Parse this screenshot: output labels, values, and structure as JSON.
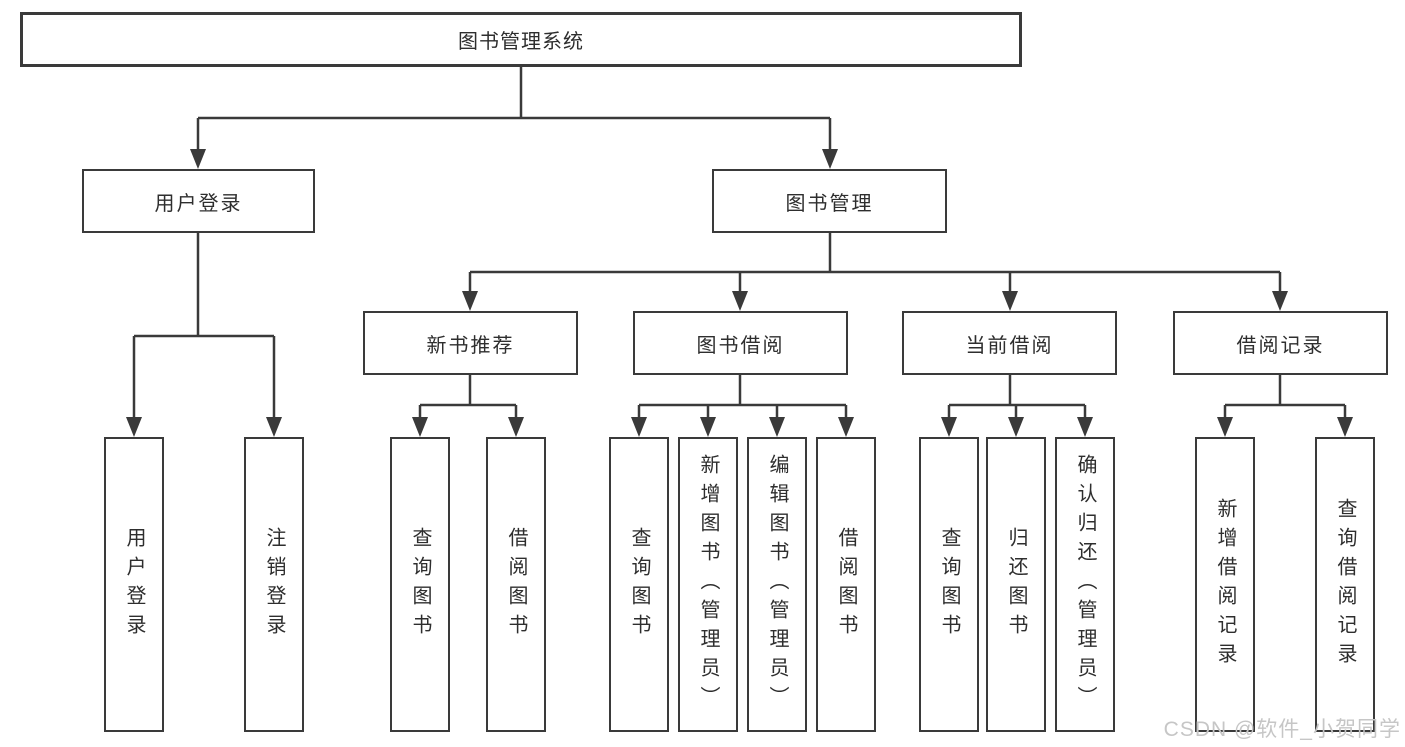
{
  "diagram": {
    "root": {
      "label": "图书管理系统"
    },
    "login_branch": {
      "label": "用户登录",
      "children": [
        {
          "label": "用户登录"
        },
        {
          "label": "注销登录"
        }
      ]
    },
    "management_branch": {
      "label": "图书管理",
      "sections": [
        {
          "label": "新书推荐",
          "children": [
            {
              "label": "查询图书"
            },
            {
              "label": "借阅图书"
            }
          ]
        },
        {
          "label": "图书借阅",
          "children": [
            {
              "label": "查询图书"
            },
            {
              "label": "新增图书（管理员）"
            },
            {
              "label": "编辑图书（管理员）"
            },
            {
              "label": "借阅图书"
            }
          ]
        },
        {
          "label": "当前借阅",
          "children": [
            {
              "label": "查询图书"
            },
            {
              "label": "归还图书"
            },
            {
              "label": "确认归还（管理员）"
            }
          ]
        },
        {
          "label": "借阅记录",
          "children": [
            {
              "label": "新增借阅记录"
            },
            {
              "label": "查询借阅记录"
            }
          ]
        }
      ]
    }
  },
  "watermark": {
    "text": "CSDN @软件_小贺同学"
  },
  "colors": {
    "line": "#3a3a3a",
    "box_border": "#3a3a3a",
    "text": "#2e2e2e",
    "watermark": "#c6c6c6",
    "background": "#ffffff"
  }
}
